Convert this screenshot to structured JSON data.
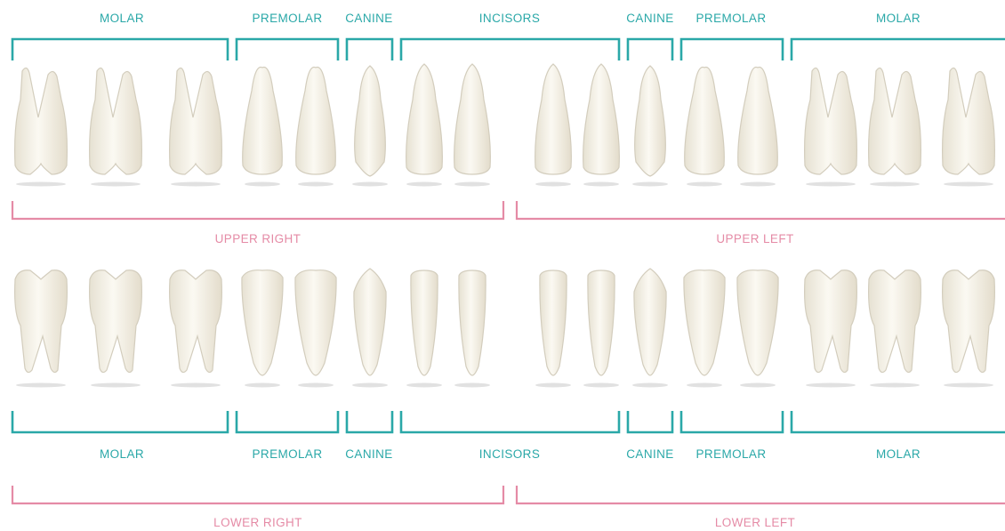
{
  "upper_group_labels": [
    "MOLAR",
    "PREMOLAR",
    "CANINE",
    "INCISORS",
    "CANINE",
    "PREMOLAR",
    "MOLAR"
  ],
  "lower_group_labels": [
    "MOLAR",
    "PREMOLAR",
    "CANINE",
    "INCISORS",
    "CANINE",
    "PREMOLAR",
    "MOLAR"
  ],
  "quadrants": {
    "upper_right": "UPPER RIGHT",
    "upper_left": "UPPER LEFT",
    "lower_right": "LOWER RIGHT",
    "lower_left": "LOWER LEFT"
  },
  "upper_teeth": [
    "molar",
    "molar",
    "molar",
    "premolar",
    "premolar",
    "canine",
    "incisor",
    "incisor",
    "incisor",
    "incisor",
    "canine",
    "premolar",
    "premolar",
    "molar",
    "molar",
    "molar"
  ],
  "lower_teeth": [
    "molar",
    "molar",
    "molar",
    "premolar",
    "premolar",
    "canine",
    "incisor",
    "incisor",
    "incisor",
    "incisor",
    "canine",
    "premolar",
    "premolar",
    "molar",
    "molar",
    "molar"
  ],
  "colors": {
    "group_bracket": "#2aa8a8",
    "quadrant_bracket": "#e58ba6",
    "tooth_fill": "#f4f1e6"
  }
}
